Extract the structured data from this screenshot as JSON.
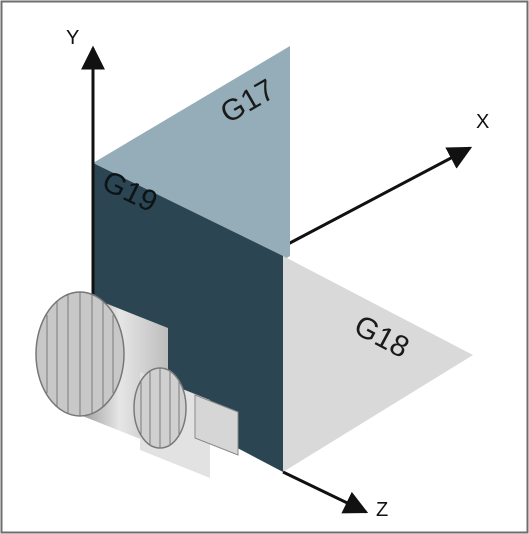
{
  "axes": {
    "x": "X",
    "y": "Y",
    "z": "Z"
  },
  "planes": {
    "g17": "G17",
    "g18": "G18",
    "g19": "G19"
  },
  "colors": {
    "frame": "#6e6e6e",
    "g17_fill": "#94adb9",
    "g18_fill": "#d9d9d9",
    "g19_fill": "#2b4652",
    "axis": "#111111",
    "label_dark": "#1a1a1a",
    "label_on_dark": "#0c1418",
    "cylinder_light": "#e4e4e4",
    "cylinder_mid": "#cfcfcf",
    "cylinder_dark": "#9a9a9a"
  }
}
